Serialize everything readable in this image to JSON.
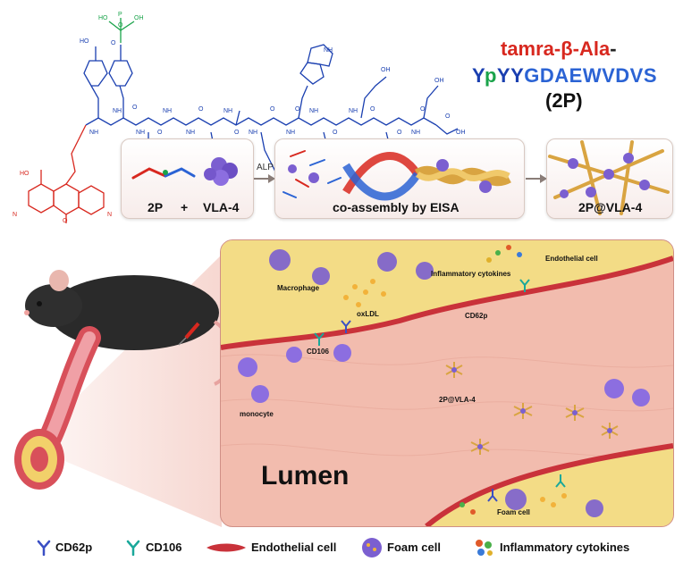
{
  "title": {
    "prefix": "tamra-β-Ala",
    "dash": "-",
    "sequence_parts": [
      {
        "text": "Y",
        "color": "#1a3fb0"
      },
      {
        "text": "p",
        "color": "#1aa34a"
      },
      {
        "text": "YY",
        "color": "#1a3fb0"
      },
      {
        "text": "GDAEWVDVS",
        "color": "#2b63d4"
      }
    ],
    "code": "(2P)"
  },
  "molecule": {
    "atom_labels": [
      "HO",
      "P",
      "OH",
      "O",
      "O",
      "HO",
      "NH",
      "NH",
      "NH",
      "NH",
      "NH",
      "NH",
      "NH",
      "NH",
      "NH",
      "NH",
      "NH",
      "OH",
      "OH",
      "OH",
      "OH",
      "OH",
      "OH",
      "HO",
      "O",
      "O",
      "O",
      "O",
      "O",
      "O",
      "O",
      "O",
      "O",
      "O",
      "O",
      "N",
      "N",
      "O"
    ],
    "colors": {
      "peptide": "#1a3fb0",
      "phosphate": "#1aa34a",
      "dye": "#d8281f"
    }
  },
  "panels": {
    "p1": {
      "label_2p": "2P",
      "plus": "+",
      "label_vla": "VLA-4"
    },
    "arrow_label": "ALP",
    "p2": {
      "label": "co-assembly by EISA"
    },
    "p3": {
      "label": "2P@VLA-4"
    }
  },
  "scene": {
    "labels": {
      "macrophage": "Macrophage",
      "oxldl": "oxLDL",
      "inflammatory_cytokines": "Inflammatory cytokines",
      "endothelial_cell": "Endothelial cell",
      "cd62p": "CD62p",
      "cd106": "CD106",
      "monocyte": "monocyte",
      "complex": "2P@VLA-4",
      "foam_cell": "Foam cell"
    },
    "lumen": "Lumen"
  },
  "legend": [
    {
      "id": "cd62p",
      "label": "CD62p"
    },
    {
      "id": "cd106",
      "label": "CD106"
    },
    {
      "id": "endothelial",
      "label": "Endothelial cell"
    },
    {
      "id": "foam",
      "label": "Foam cell"
    },
    {
      "id": "cytokines",
      "label": "Inflammatory cytokines"
    }
  ],
  "colors": {
    "cd62p": "#3a4fc4",
    "cd106": "#1aa89a",
    "endothelial": "#c9323a",
    "foam": "#7b5fd0",
    "tissue": "#f0b9ad",
    "plaque": "#f3dc86"
  }
}
